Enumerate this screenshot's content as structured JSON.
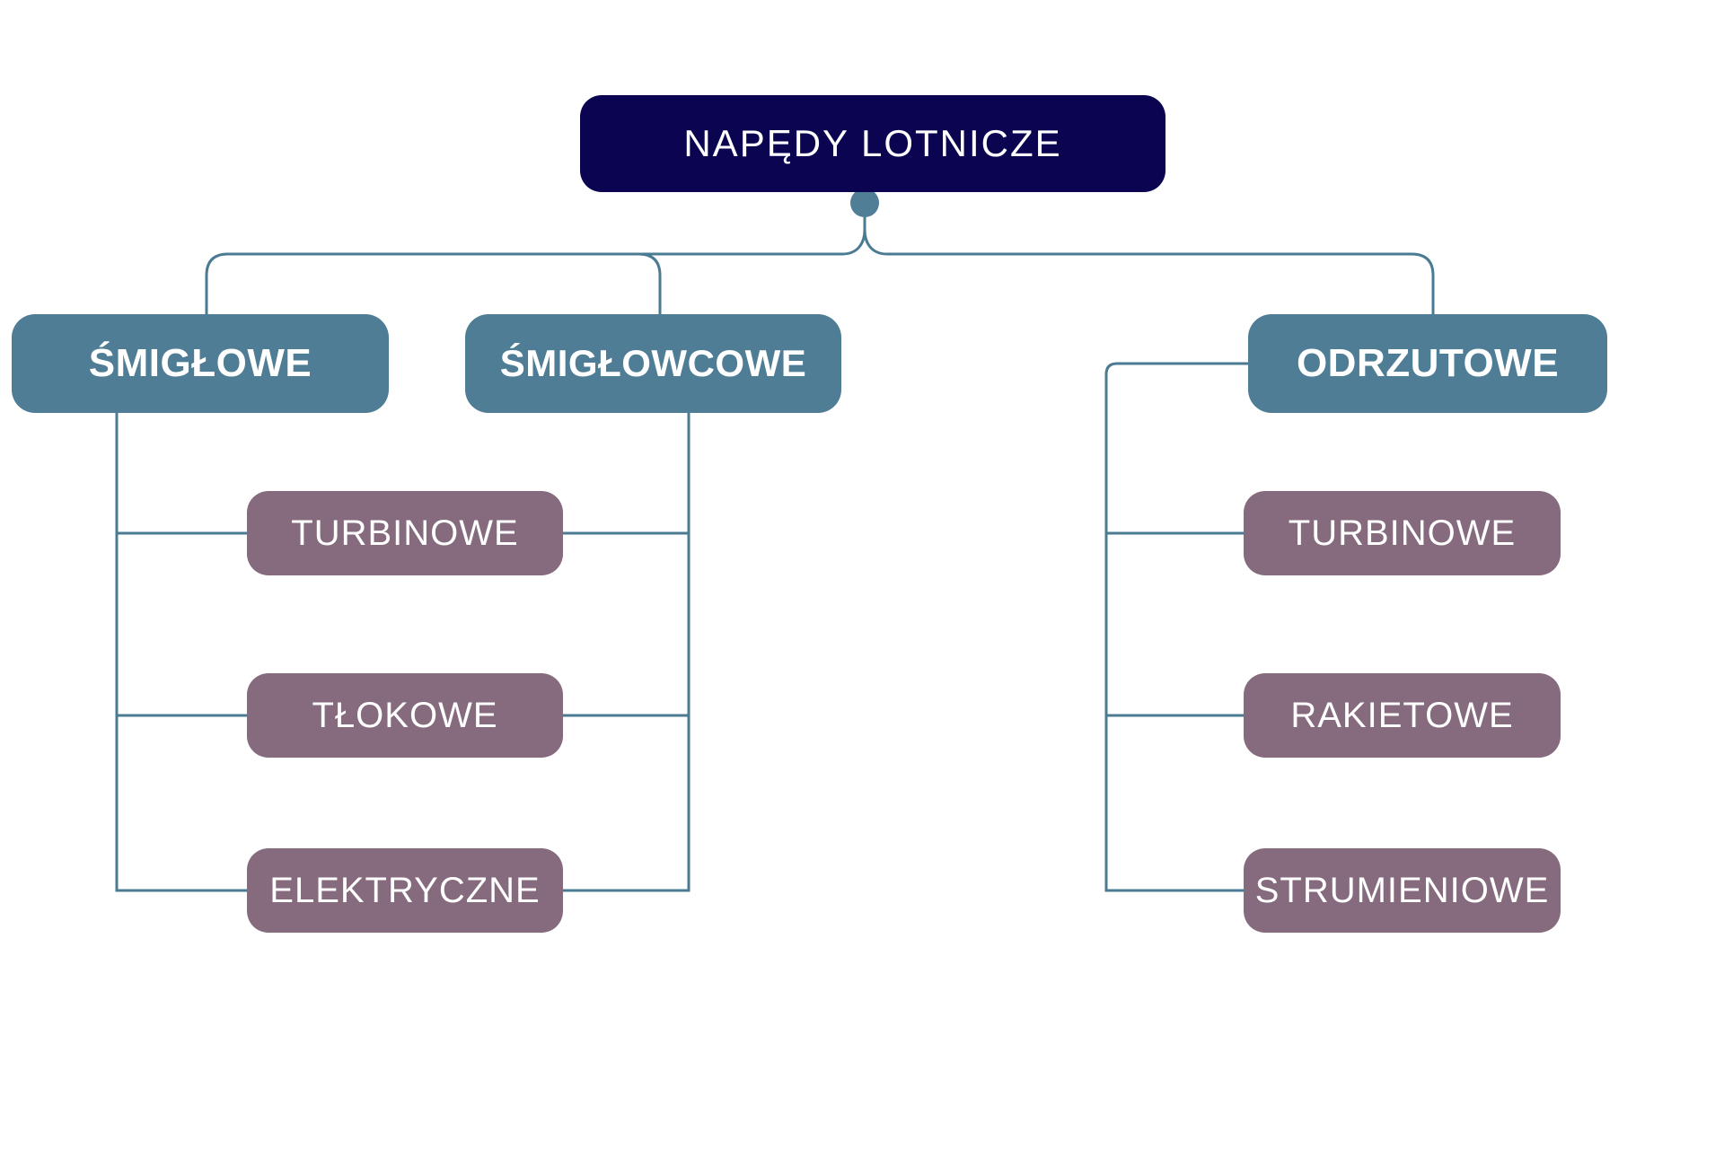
{
  "colors": {
    "background": "#ffffff",
    "root_fill": "#0b0551",
    "branch_fill": "#4e7d95",
    "child_fill": "#866a7d",
    "connector": "#4a7b93",
    "dot_fill": "#4f7e96",
    "text": "#ffffff"
  },
  "root": {
    "label": "NAPĘDY LOTNICZE"
  },
  "branches": [
    {
      "label": "ŚMIGŁOWE"
    },
    {
      "label": "ŚMIGŁOWCOWE"
    },
    {
      "label": "ODRZUTOWE"
    }
  ],
  "left_children": [
    {
      "label": "TURBINOWE"
    },
    {
      "label": "TŁOKOWE"
    },
    {
      "label": "ELEKTRYCZNE"
    }
  ],
  "right_children": [
    {
      "label": "TURBINOWE"
    },
    {
      "label": "RAKIETOWE"
    },
    {
      "label": "STRUMIENIOWE"
    }
  ]
}
